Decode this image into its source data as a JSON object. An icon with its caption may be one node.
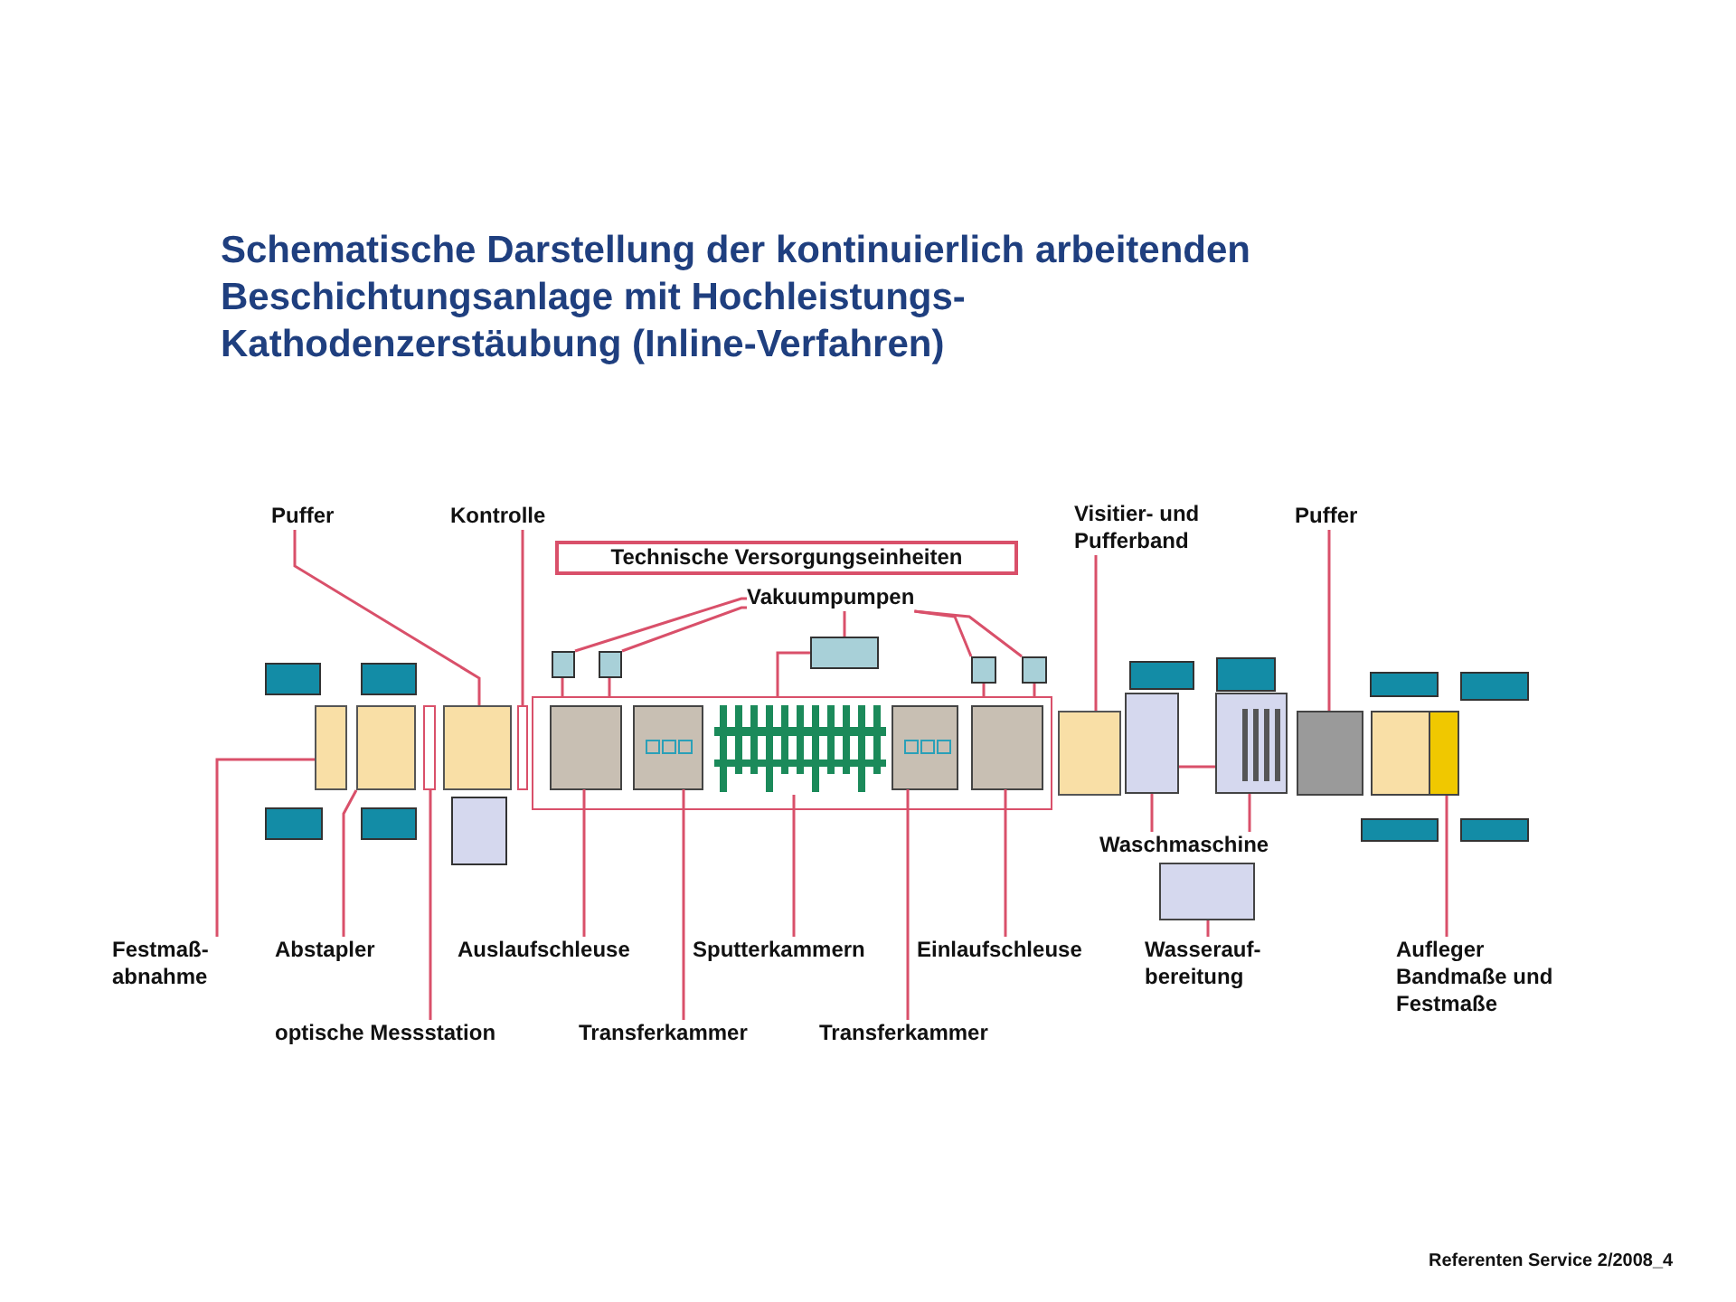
{
  "diagram": {
    "title": "Schematische Darstellung der kontinuierlich arbeitenden Beschichtungsanlage mit Hochleistungs-Kathodenzerstäubung (Inline-Verfahren)",
    "nodes": [
      {
        "text": [
          "Puffer"
        ]
      },
      {
        "text": [
          "Kontrolle"
        ]
      },
      {
        "text": [
          "Technische Versorgungseinheiten"
        ]
      },
      {
        "text": [
          "Vakuumpumpen"
        ]
      },
      {
        "text": [
          "Visitier- und Pufferband"
        ]
      },
      {
        "text": [
          "Puffer"
        ]
      },
      {
        "text": [],
        "shape": "box"
      },
      {
        "text": [],
        "shape": "box"
      },
      {
        "text": [],
        "shape": "box"
      },
      {
        "text": [],
        "shape": "box"
      },
      {
        "text": [],
        "shape": "box"
      },
      {
        "text": [],
        "shape": "box"
      },
      {
        "text": [],
        "shape": "box"
      },
      {
        "text": [],
        "shape": "box"
      },
      {
        "text": [],
        "shape": "box"
      },
      {
        "text": [],
        "shape": "box"
      },
      {
        "text": [],
        "shape": "box"
      },
      {
        "text": [],
        "shape": "box",
        "in": 16
      },
      {
        "text": [],
        "shape": "box",
        "in": 16
      },
      {
        "text": [],
        "shape": "picture",
        "in": 16
      },
      {
        "text": [],
        "shape": "box",
        "in": 16
      },
      {
        "text": [],
        "shape": "box",
        "in": 16
      },
      {
        "text": [],
        "shape": "box"
      },
      {
        "text": [],
        "shape": "box"
      },
      {
        "text": [],
        "shape": "box"
      },
      {
        "text": [],
        "shape": "box"
      },
      {
        "text": [],
        "shape": "box"
      },
      {
        "text": [],
        "shape": "box"
      },
      {
        "text": [
          "Festmaß- abnahme"
        ]
      },
      {
        "text": [
          "Abstapler"
        ]
      },
      {
        "text": [
          "Auslaufschleuse"
        ]
      },
      {
        "text": [
          "Sputterkammern"
        ]
      },
      {
        "text": [
          "Einlaufschleuse"
        ]
      },
      {
        "text": [
          "Waschmaschine"
        ]
      },
      {
        "text": [
          "Wasserauf- bereitung"
        ]
      },
      {
        "text": [
          "Aufleger Bandmaße und Festmaße"
        ]
      },
      {
        "text": [
          "optische Messstation"
        ]
      },
      {
        "text": [
          "Transferkammer"
        ]
      },
      {
        "text": [
          "Transferkammer"
        ]
      }
    ],
    "edges": [
      {
        "from": 0,
        "to": 14,
        "arrow": "none"
      },
      {
        "from": 1,
        "to": 15,
        "arrow": "none"
      },
      {
        "from": 3,
        "to": 6,
        "arrow": "none"
      },
      {
        "from": 3,
        "to": 7,
        "arrow": "none"
      },
      {
        "from": 3,
        "to": 8,
        "arrow": "none"
      },
      {
        "from": 3,
        "to": 9,
        "arrow": "none"
      },
      {
        "from": 3,
        "to": 10,
        "arrow": "none"
      },
      {
        "from": 6,
        "to": 16,
        "arrow": "none"
      },
      {
        "from": 7,
        "to": 16,
        "arrow": "none"
      },
      {
        "from": 8,
        "to": 16,
        "arrow": "none"
      },
      {
        "from": 9,
        "to": 16,
        "arrow": "none"
      },
      {
        "from": 10,
        "to": 16,
        "arrow": "none"
      },
      {
        "from": 4,
        "to": 22,
        "arrow": "none"
      },
      {
        "from": 5,
        "to": 25,
        "arrow": "none"
      },
      {
        "from": 28,
        "to": 11,
        "arrow": "none"
      },
      {
        "from": 29,
        "to": 12,
        "arrow": "none"
      },
      {
        "from": 36,
        "to": 13,
        "arrow": "none"
      },
      {
        "from": 30,
        "to": 17,
        "arrow": "none"
      },
      {
        "from": 37,
        "to": 18,
        "arrow": "none"
      },
      {
        "from": 31,
        "to": 19,
        "arrow": "none"
      },
      {
        "from": 38,
        "to": 20,
        "arrow": "none"
      },
      {
        "from": 32,
        "to": 21,
        "arrow": "none"
      },
      {
        "from": 33,
        "to": 23,
        "arrow": "none"
      },
      {
        "from": 33,
        "to": 24,
        "arrow": "none"
      },
      {
        "from": 23,
        "to": 24,
        "arrow": "none"
      },
      {
        "from": 34,
        "to": 27,
        "arrow": "none"
      },
      {
        "from": 35,
        "to": 26,
        "arrow": "none"
      }
    ],
    "labels": [
      "Referenten Service 2/2008_4"
    ]
  }
}
